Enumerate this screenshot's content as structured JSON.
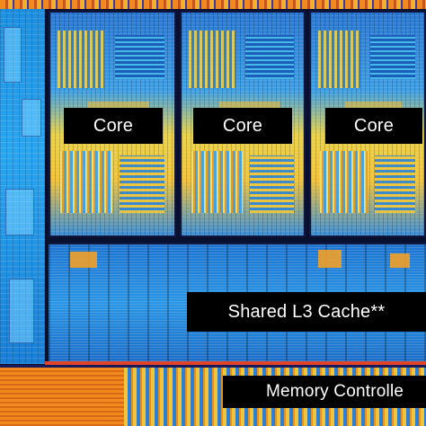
{
  "diagram": {
    "cores": [
      {
        "label": "Core"
      },
      {
        "label": "Core"
      },
      {
        "label": "Core"
      }
    ],
    "l3_cache_label": "Shared L3 Cache**",
    "memory_controller_label": "Memory Controlle"
  }
}
